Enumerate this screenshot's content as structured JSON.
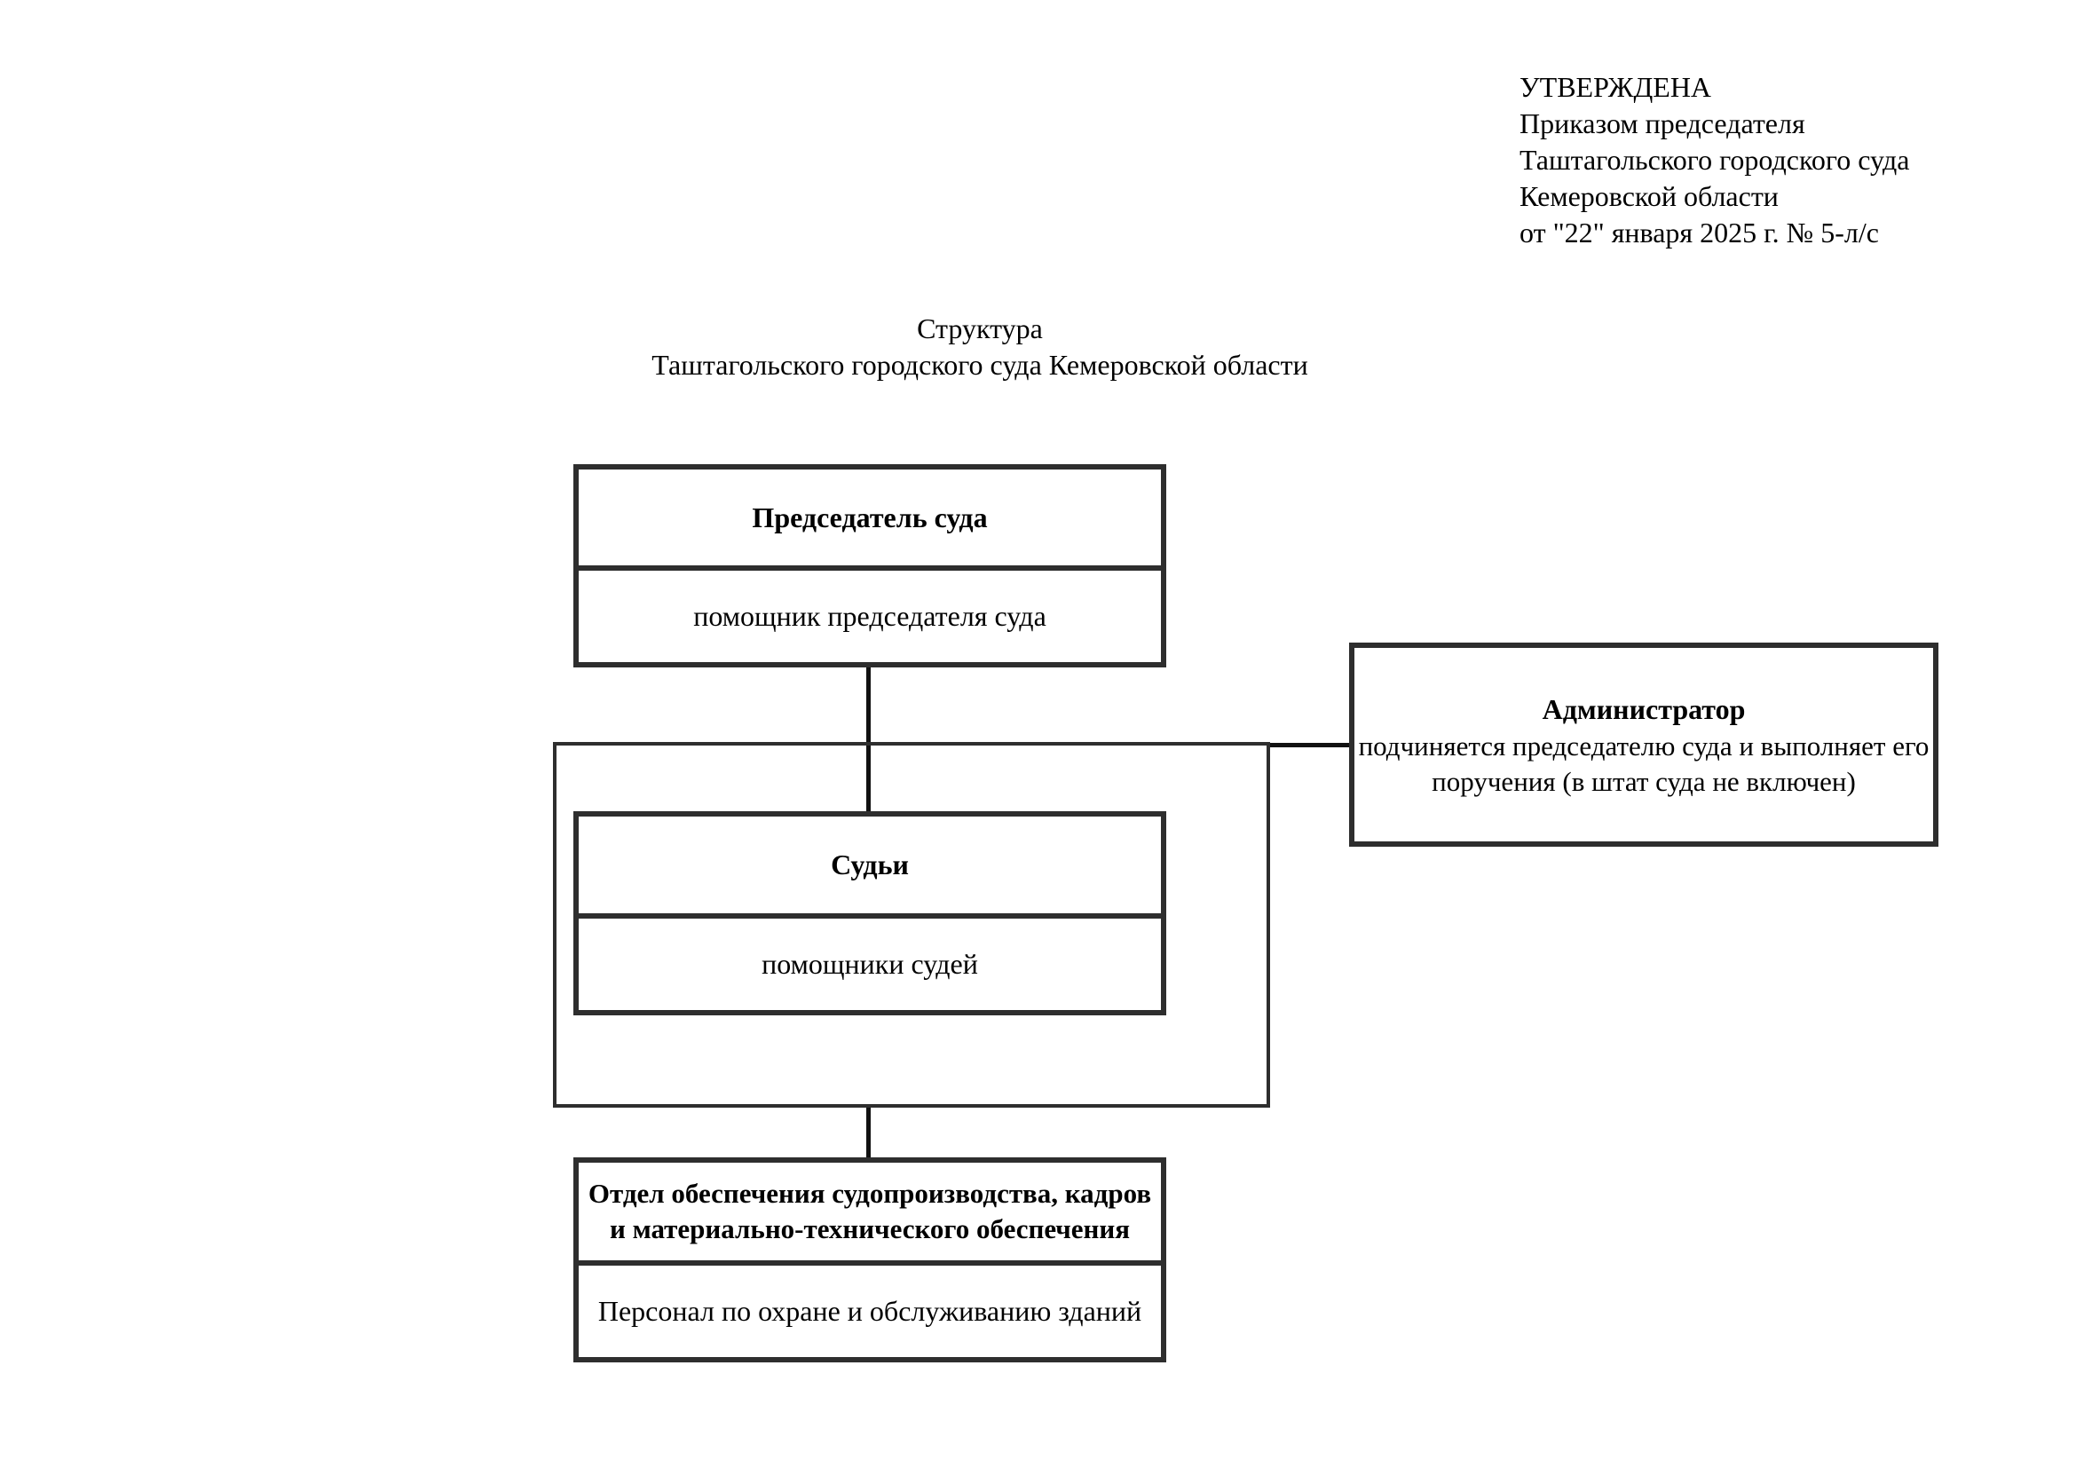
{
  "theme": {
    "bg": "#ffffff",
    "border_color": "#2e2e2e",
    "line_color": "#111111",
    "text_color": "#000000"
  },
  "approval_block": {
    "lines": [
      "УТВЕРЖДЕНА",
      "Приказом председателя",
      "Таштагольского городского суда",
      "Кемеровской области",
      "от \"22\" января 2025 г. № 5-л/с"
    ]
  },
  "title": {
    "line1": "Структура",
    "line2": "Таштагольского городского суда Кемеровской области"
  },
  "org_chart": {
    "chairman_box": {
      "title": "Председатель суда",
      "subordinate": "помощник председателя суда"
    },
    "judges_box": {
      "title": "Судьи",
      "subordinate": "помощники судей"
    },
    "administrator_box": {
      "title": "Администратор",
      "description_lines": [
        "подчиняется председателю суда и выполняет его",
        "поручения (в штат суда не включен)"
      ]
    },
    "department_box": {
      "title_lines": [
        "Отдел обеспечения судопроизводства, кадров",
        "и материально-технического обеспечения"
      ],
      "subordinate": "Персонал по охране и обслуживанию зданий"
    }
  }
}
